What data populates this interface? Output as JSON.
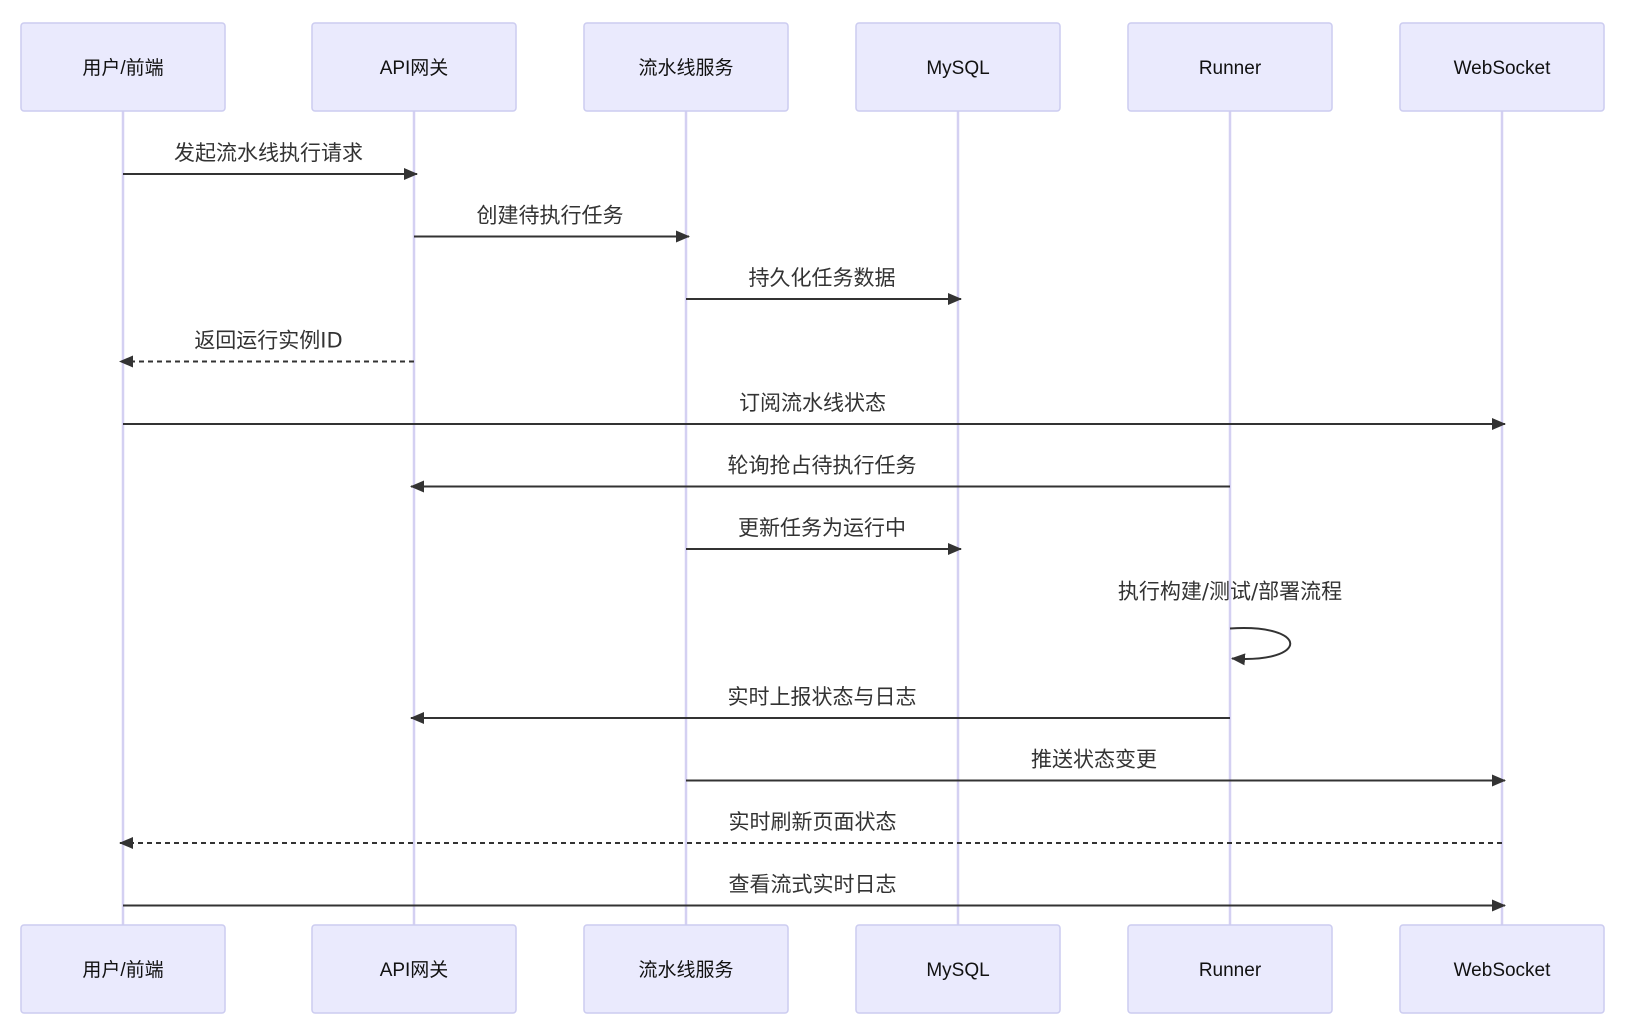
{
  "participants": [
    {
      "id": "user",
      "label": "用户/前端"
    },
    {
      "id": "gateway",
      "label": "API网关"
    },
    {
      "id": "pipeline",
      "label": "流水线服务"
    },
    {
      "id": "mysql",
      "label": "MySQL"
    },
    {
      "id": "runner",
      "label": "Runner"
    },
    {
      "id": "websocket",
      "label": "WebSocket"
    }
  ],
  "messages": [
    {
      "from": "user",
      "to": "gateway",
      "label": "发起流水线执行请求",
      "style": "solid"
    },
    {
      "from": "gateway",
      "to": "pipeline",
      "label": "创建待执行任务",
      "style": "solid"
    },
    {
      "from": "pipeline",
      "to": "mysql",
      "label": "持久化任务数据",
      "style": "solid"
    },
    {
      "from": "gateway",
      "to": "user",
      "label": "返回运行实例ID",
      "style": "dashed"
    },
    {
      "from": "user",
      "to": "websocket",
      "label": "订阅流水线状态",
      "style": "solid"
    },
    {
      "from": "runner",
      "to": "gateway",
      "label": "轮询抢占待执行任务",
      "style": "solid"
    },
    {
      "from": "pipeline",
      "to": "mysql",
      "label": "更新任务为运行中",
      "style": "solid"
    },
    {
      "from": "runner",
      "to": "runner",
      "label": "执行构建/测试/部署流程",
      "style": "solid"
    },
    {
      "from": "runner",
      "to": "gateway",
      "label": "实时上报状态与日志",
      "style": "solid"
    },
    {
      "from": "pipeline",
      "to": "websocket",
      "label": "推送状态变更",
      "style": "solid"
    },
    {
      "from": "websocket",
      "to": "user",
      "label": "实时刷新页面状态",
      "style": "dashed"
    },
    {
      "from": "user",
      "to": "websocket",
      "label": "查看流式实时日志",
      "style": "solid"
    }
  ],
  "colors": {
    "actor_fill": "#eaeafd",
    "actor_stroke": "#ccccf0",
    "lifeline": "#d4d0f2",
    "message": "#333333"
  }
}
